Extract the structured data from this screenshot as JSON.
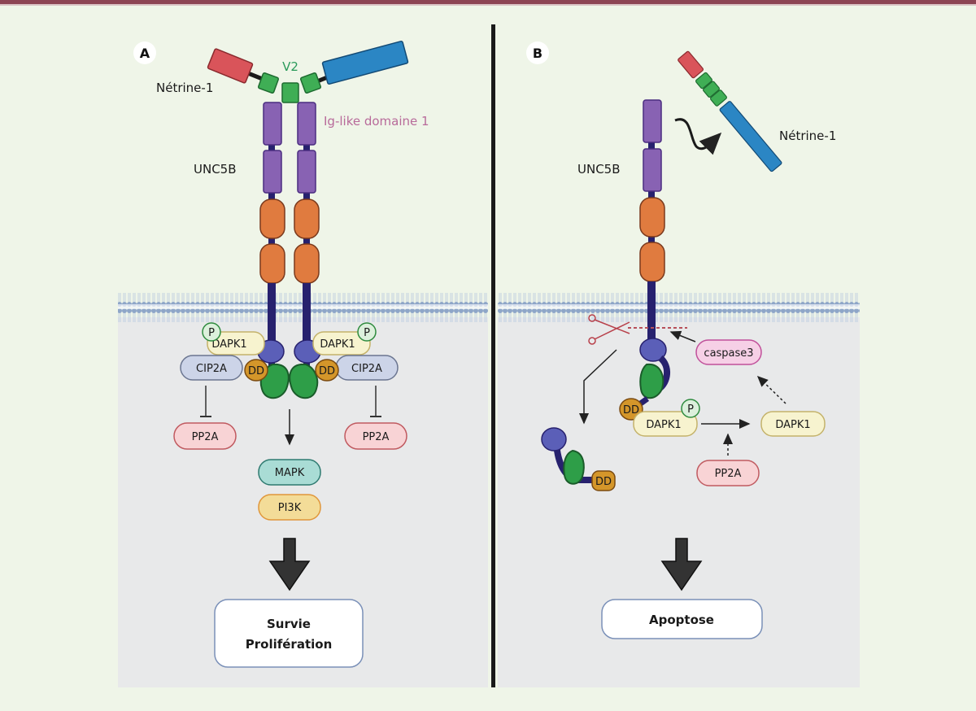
{
  "panels": {
    "A": {
      "badge": "A",
      "ligand_label": "Nétrine-1",
      "v2_label": "V2",
      "ig_label": "Ig-like domaine 1",
      "receptor_label": "UNC5B",
      "left": {
        "p": "P",
        "dapk1": "DAPK1",
        "cip2a": "CIP2A",
        "dd": "DD",
        "pp2a": "PP2A"
      },
      "right": {
        "p": "P",
        "dapk1": "DAPK1",
        "cip2a": "CIP2A",
        "dd": "DD",
        "pp2a": "PP2A"
      },
      "mapk": "MAPK",
      "pi3k": "PI3K",
      "outcome_line1": "Survie",
      "outcome_line2": "Prolifération"
    },
    "B": {
      "badge": "B",
      "ligand_label": "Nétrine-1",
      "receptor_label": "UNC5B",
      "caspase": "caspase3",
      "dd_bound": "DD",
      "p": "P",
      "dapk1_bound": "DAPK1",
      "dapk1_free": "DAPK1",
      "pp2a": "PP2A",
      "dd_cleaved": "DD",
      "outcome": "Apoptose"
    }
  },
  "colors": {
    "background": "#eff5e8",
    "topbar": "#8c4453",
    "cell_bg": "#e8e9ea",
    "membrane": "#8ea6c8",
    "receptor_ig": "#8862b3",
    "receptor_ig_stroke": "#4a2c80",
    "receptor_tsp": "#e07b3f",
    "receptor_tsp_stroke": "#7a3a1d",
    "stalk": "#27216e",
    "zu5": "#5b5fb8",
    "upa": "#2e9e48",
    "dd": "#d4962a",
    "netrin_red": "#d9545a",
    "netrin_green": "#3fae55",
    "netrin_blue": "#2b86c4",
    "v2_text": "#2a9a5a",
    "ig_text": "#b86a9a",
    "dapk1_fill": "#f7f3cf",
    "cip2a_fill": "#ccd4e8",
    "pp2a_fill": "#f8d3d5",
    "mapk_fill": "#a9dcd5",
    "pi3k_fill": "#f3dc98",
    "caspase_fill": "#f6d0e6",
    "p_fill": "#dcf0dc"
  }
}
